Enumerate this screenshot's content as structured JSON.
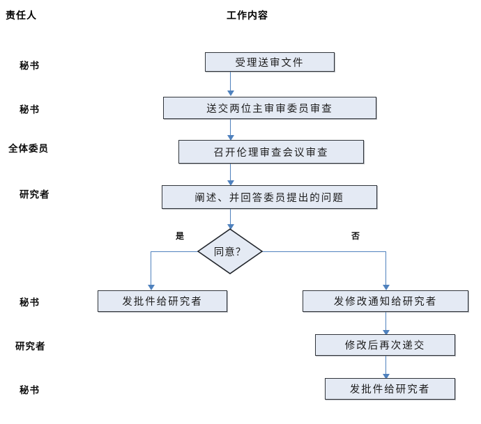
{
  "headers": {
    "responsible": "责任人",
    "work_content": "工作内容"
  },
  "roles": [
    {
      "label": "秘书"
    },
    {
      "label": "秘书"
    },
    {
      "label": "全体委员"
    },
    {
      "label": "研究者"
    },
    {
      "label": "秘书"
    },
    {
      "label": "研究者"
    },
    {
      "label": "秘书"
    }
  ],
  "nodes": {
    "accept_documents": "受理送审文件",
    "send_to_reviewers": "送交两位主审审委员审查",
    "hold_meeting": "召开伦理审查会议审查",
    "answer_questions": "阐述、并回答委员提出的问题",
    "decision": "同意？",
    "issue_approval_left": "发批件给研究者",
    "send_revision_notice": "发修改通知给研究者",
    "resubmit_after_revision": "修改后再次递交",
    "issue_approval_bottom": "发批件给研究者"
  },
  "branch_labels": {
    "yes": "是",
    "no": "否"
  },
  "colors": {
    "node_fill": "#e4eaf4",
    "node_border": "#30343a",
    "connector": "#4f81bd",
    "text": "#1b1b1b"
  }
}
